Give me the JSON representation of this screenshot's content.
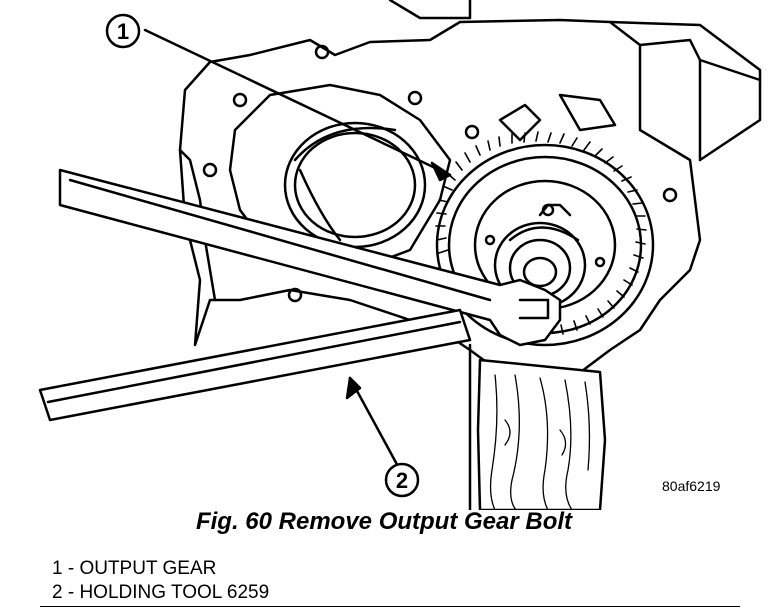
{
  "callouts": [
    {
      "number": "1"
    },
    {
      "number": "2"
    }
  ],
  "figure_id": "80af6219",
  "caption": "Fig. 60 Remove Output Gear Bolt",
  "legend": [
    "1 - OUTPUT GEAR",
    "2 - HOLDING TOOL 6259"
  ]
}
